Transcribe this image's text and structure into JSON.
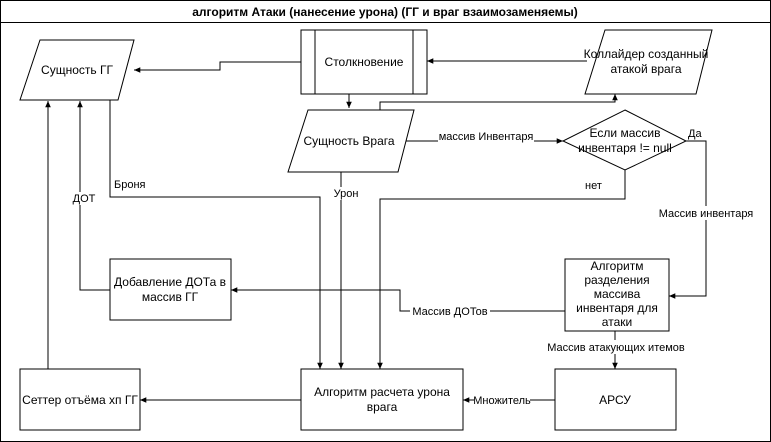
{
  "title": "алгоритм Атаки (нанесение урона) (ГГ и враг взаимозаменяемы)",
  "nodes": {
    "collision": "Столкновение",
    "player_entity": "Сущность ГГ",
    "collider": [
      "Коллайдер созданный",
      "атакой врага"
    ],
    "enemy_entity": "Сущность Врага",
    "inventory_check": [
      "Если массив",
      "инвентаря != null"
    ],
    "dot_add": [
      "Добавление ДОТа в",
      "массив ГГ"
    ],
    "split_algo": [
      "Алгоритм",
      "разделения",
      "массива",
      "инвентаря для",
      "атаки"
    ],
    "damage_algo": [
      "Алгоритм расчета урона",
      "врага"
    ],
    "hp_setter": "Сеттер отъёма хп ГГ",
    "arsu": "АРСУ"
  },
  "edge_labels": {
    "inventory_array": "массив Инвентаря",
    "yes": "Да",
    "no": "нет",
    "inventory_array_cap": "Массив инвентаря",
    "armor": "Броня",
    "damage": "Урон",
    "dot": "ДОТ",
    "dot_array": "Массив ДОТов",
    "attack_items": "Массив атакующих итемов",
    "multiplier": "Множитель"
  }
}
